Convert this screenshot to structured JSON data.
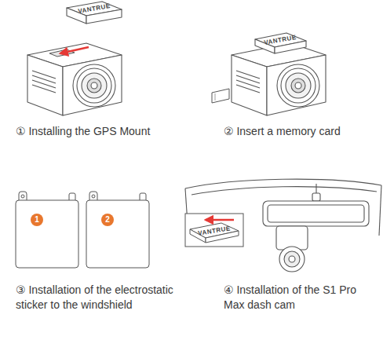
{
  "diagram": {
    "labels": [
      "VANTRUE",
      "VANTRUE",
      "① Installing the GPS Mount",
      "② Insert a memory card",
      "1",
      "2",
      "VANTRUE",
      "③ Installation of the electrostatic sticker to the windshield",
      "④ Installation of the S1 Pro Max dash cam"
    ]
  }
}
